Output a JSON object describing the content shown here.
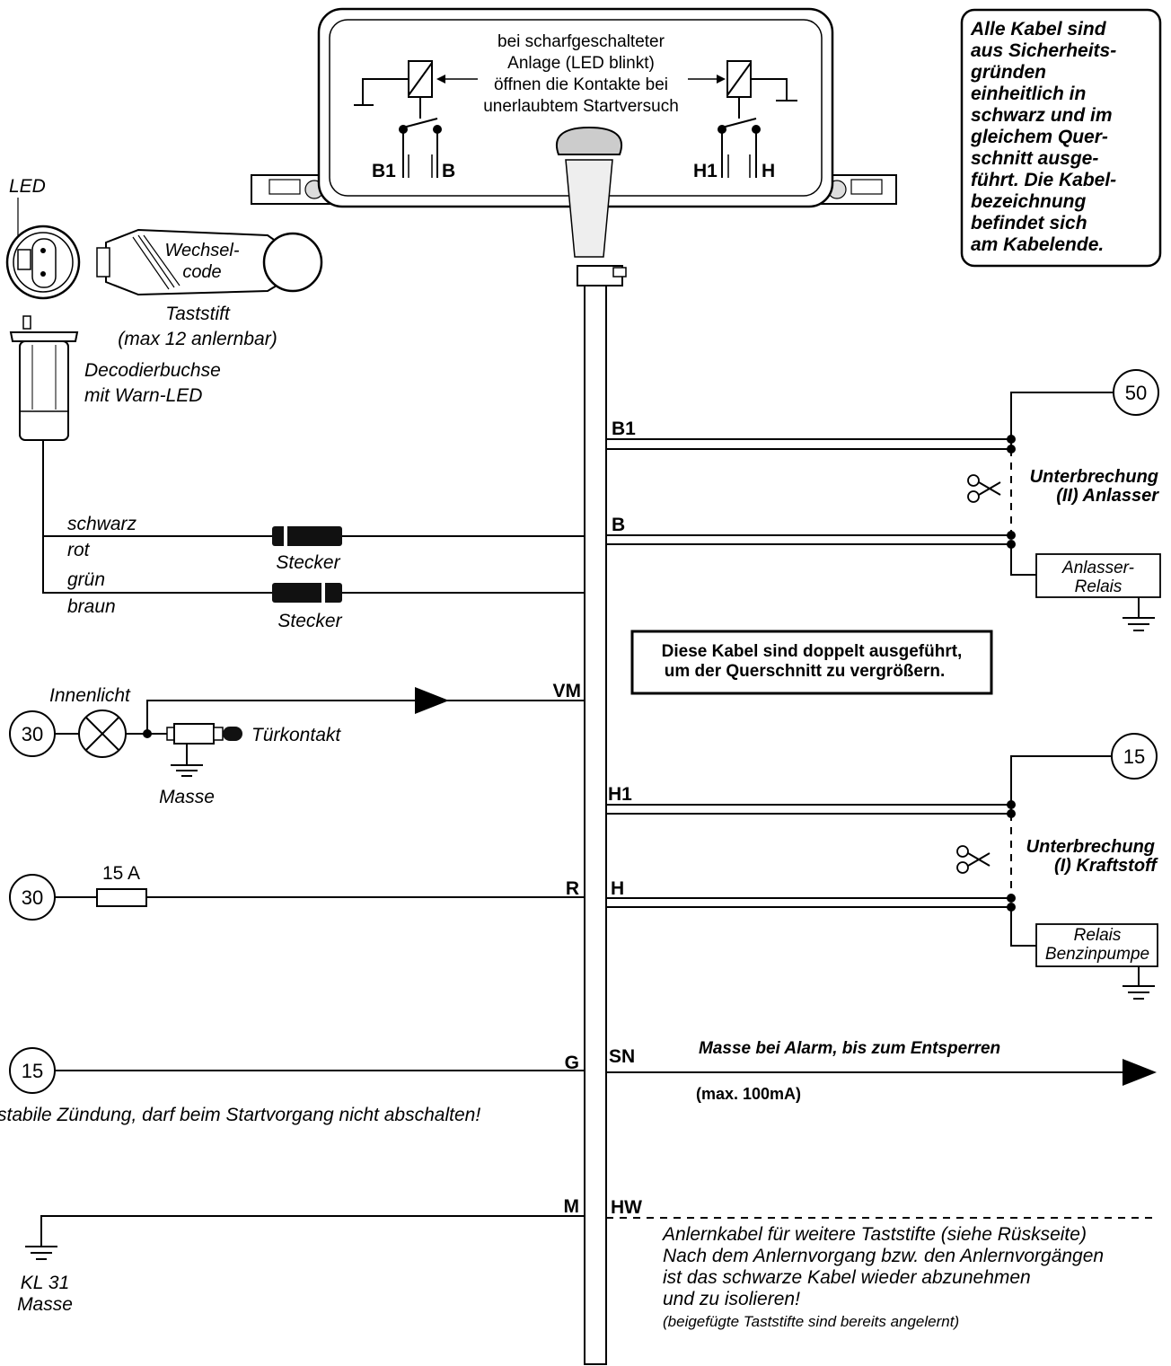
{
  "module": {
    "note_line1": "bei scharfgeschalteter",
    "note_line2": "Anlage (LED blinkt)",
    "note_line3": "öffnen die Kontakte bei",
    "note_line4": "unerlaubtem Startversuch",
    "contact_b1": "B1",
    "contact_b": "B",
    "contact_h1": "H1",
    "contact_h": "H"
  },
  "info_box": {
    "lines": [
      "Alle Kabel sind",
      "aus Sicherheits-",
      "gründen",
      "einheitlich in",
      "schwarz und im",
      "gleichem Quer-",
      "schnitt ausge-",
      "führt. Die Kabel-",
      "bezeichnung",
      "befindet sich",
      "am Kabelende."
    ]
  },
  "left_parts": {
    "led_label": "LED",
    "code_key_line1": "Wechsel-",
    "code_key_line2": "code",
    "taststift_line1": "Taststift",
    "taststift_line2": "(max 12 anlernbar)",
    "socket_line1": "Decodierbuchse",
    "socket_line2": "mit Warn-LED",
    "wire_schwarz": "schwarz",
    "wire_rot": "rot",
    "wire_gruen": "grün",
    "wire_braun": "braun",
    "connector1": "Stecker",
    "connector2": "Stecker",
    "innenlicht": "Innenlicht",
    "terminal_30a": "30",
    "tuerkontakt": "Türkontakt",
    "masse": "Masse",
    "fuse": "15 A",
    "terminal_30b": "30",
    "terminal_15": "15",
    "stable_note": "stabile Zündung, darf beim Startvorgang nicht abschalten!",
    "kl31_line1": "KL 31",
    "kl31_line2": "Masse"
  },
  "harness_labels": {
    "b1": "B1",
    "b": "B",
    "vm": "VM",
    "h1": "H1",
    "r": "R",
    "h": "H",
    "g": "G",
    "sn": "SN",
    "m": "M",
    "hw": "HW"
  },
  "right_parts": {
    "terminal_50": "50",
    "interrupt2_line1": "Unterbrechung",
    "interrupt2_line2": "(II) Anlasser",
    "starter_relay_line1": "Anlasser-",
    "starter_relay_line2": "Relais",
    "double_note_line1": "Diese Kabel sind doppelt ausgeführt,",
    "double_note_line2": "um der Querschnitt zu vergrößern.",
    "terminal_15": "15",
    "interrupt1_line1": "Unterbrechung",
    "interrupt1_line2": "(I) Kraftstoff",
    "fuel_relay_line1": "Relais",
    "fuel_relay_line2": "Benzinpumpe",
    "alarm_ground": "Masse bei Alarm, bis zum Entsperren",
    "max_current": "(max. 100mA)",
    "learn_line1": "Anlernkabel für weitere Taststifte (siehe Rüskseite)",
    "learn_line2": "Nach dem Anlernvorgang bzw. den Anlernvorgängen",
    "learn_line3": "ist das schwarze Kabel wieder abzunehmen",
    "learn_line4": "und zu isolieren!",
    "learn_line5": "(beigefügte Taststifte sind bereits angelernt)"
  }
}
